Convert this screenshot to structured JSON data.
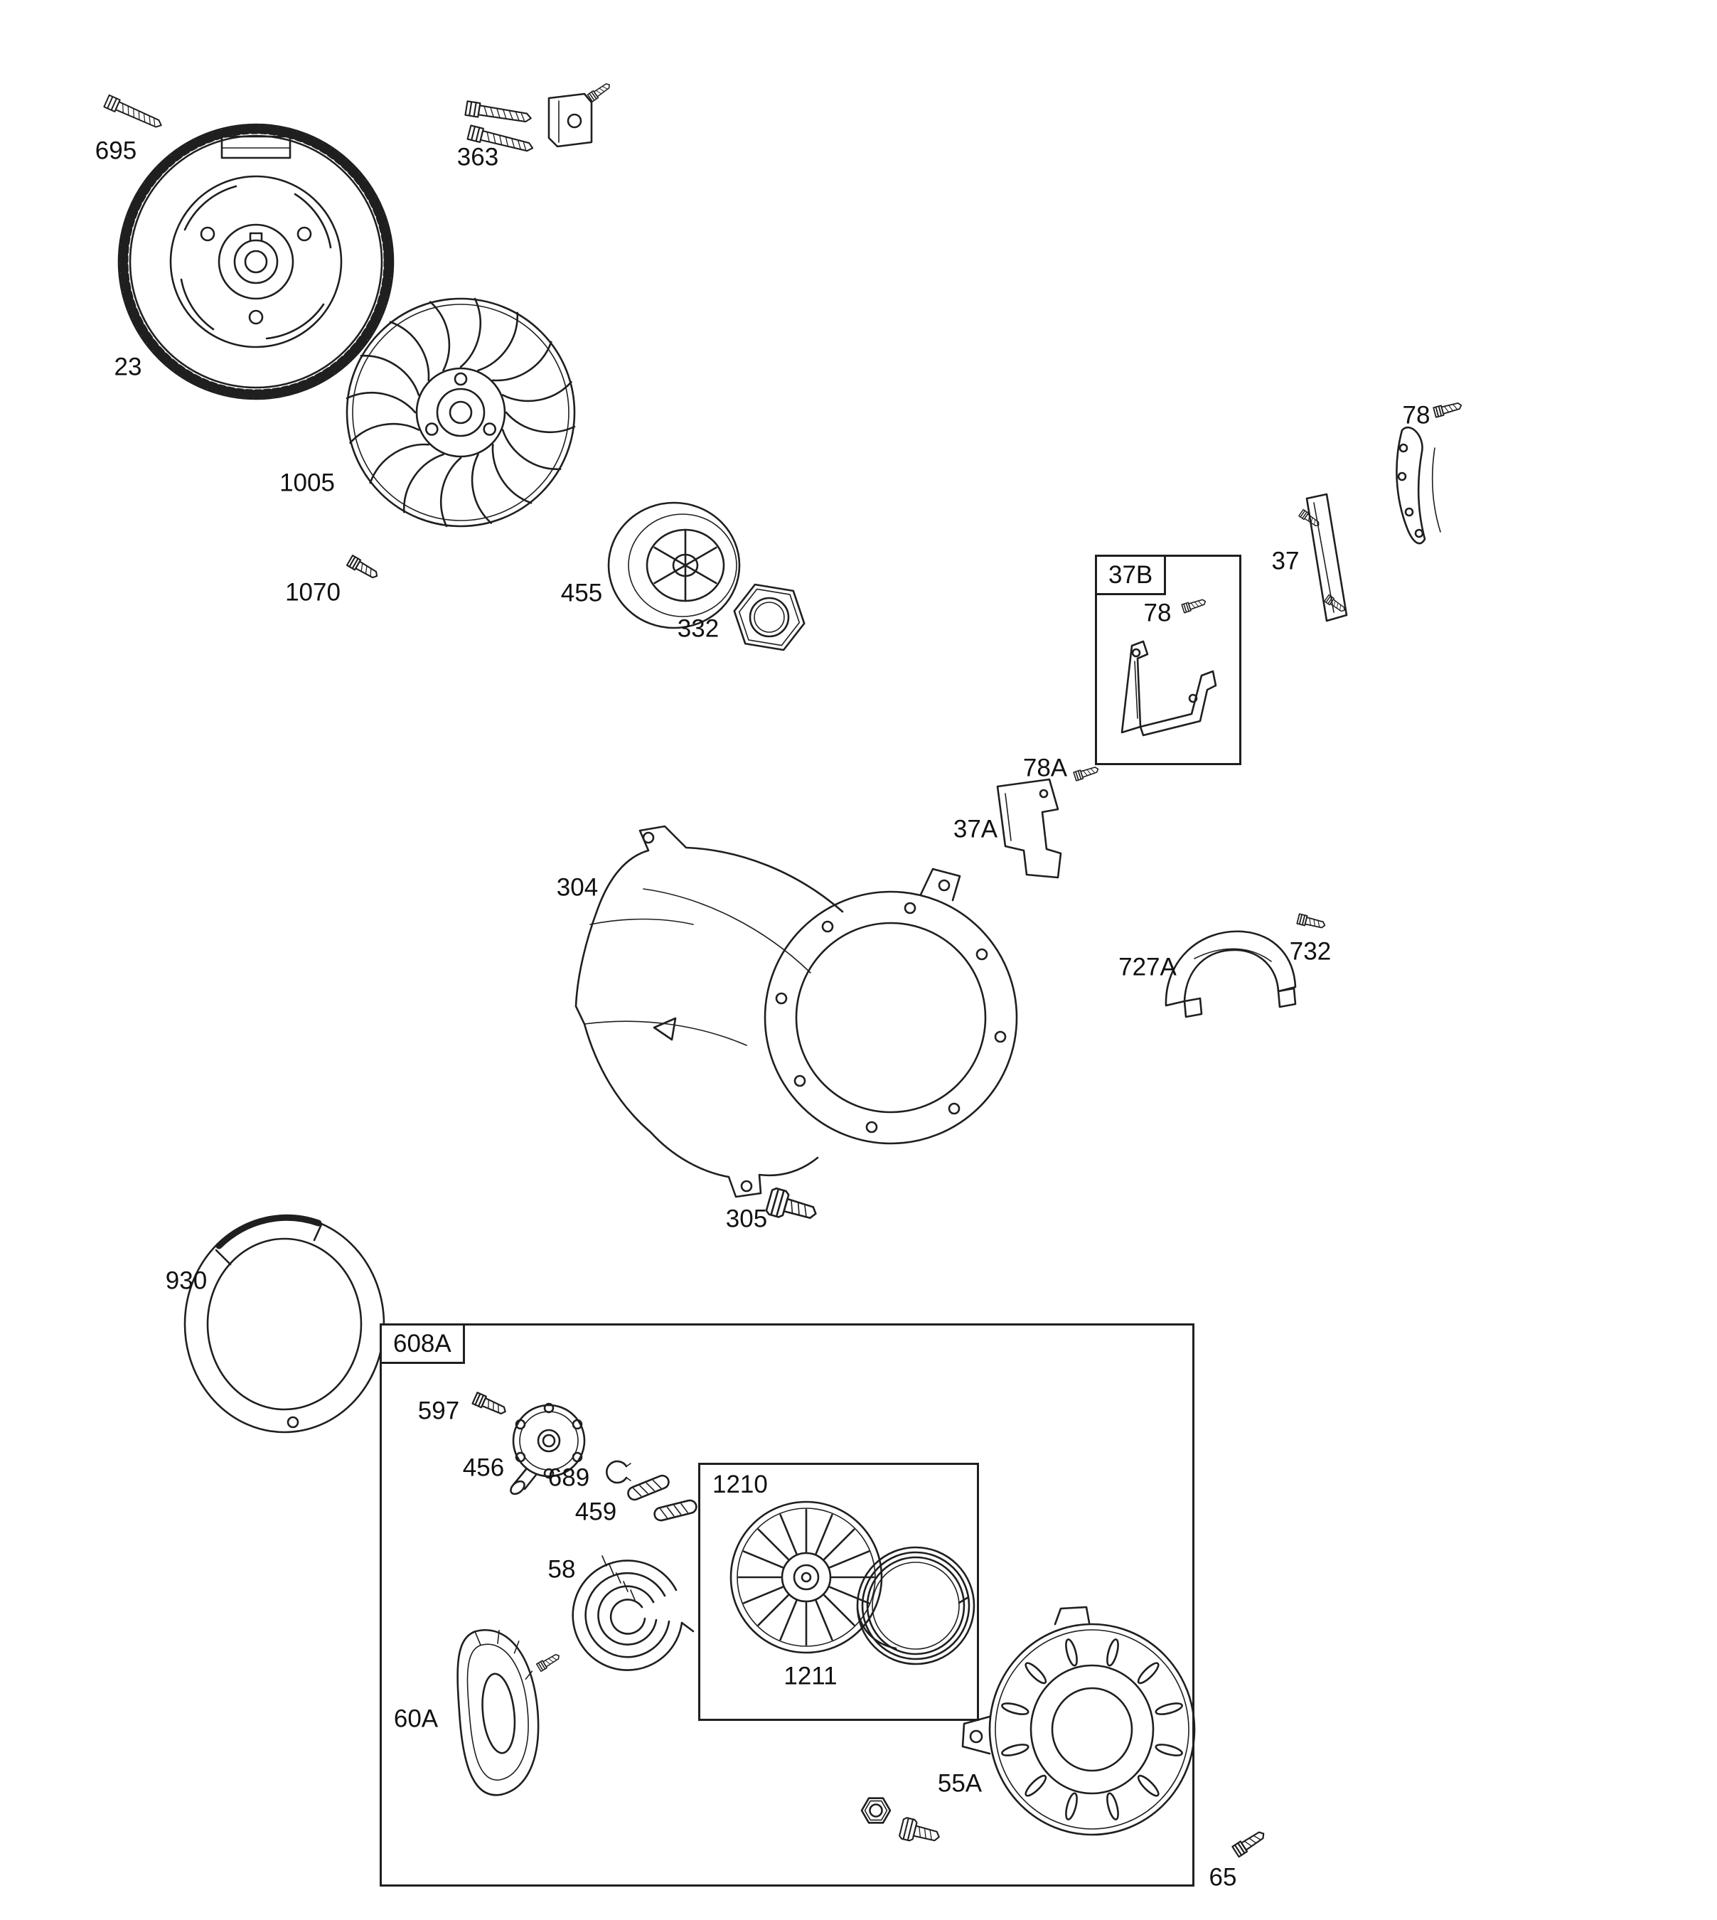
{
  "page": {
    "background": "#ffffff",
    "line_color": "#1f1f1f",
    "label_color": "#111111"
  },
  "labels": {
    "695": "695",
    "23": "23",
    "363": "363",
    "1005": "1005",
    "1070": "1070",
    "455": "455",
    "332": "332",
    "78": "78",
    "37": "37",
    "37B": "37B",
    "78A": "78A",
    "37A": "37A",
    "304": "304",
    "727A": "727A",
    "732": "732",
    "305": "305",
    "930": "930",
    "608A": "608A",
    "597": "597",
    "456": "456",
    "689": "689",
    "459": "459",
    "1210": "1210",
    "1211": "1211",
    "58": "58",
    "60A": "60A",
    "55A": "55A",
    "65": "65"
  }
}
